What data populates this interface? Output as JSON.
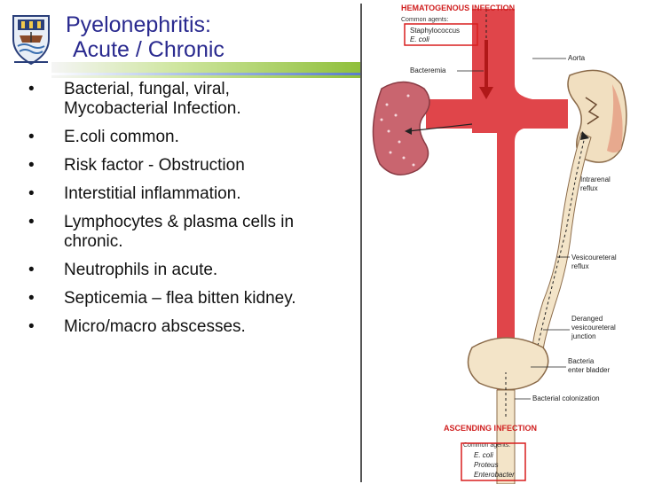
{
  "slide": {
    "title_line1": "Pyelonephritis:",
    "title_line2": "Acute / Chronic",
    "bullets": [
      "Bacterial, fungal, viral, Mycobacterial Infection.",
      "E.coli common.",
      "Risk factor - Obstruction",
      "Interstitial inflammation.",
      "Lymphocytes & plasma cells in chronic.",
      "Neutrophils in acute.",
      "Septicemia – flea bitten kidney.",
      "Micro/macro abscesses."
    ],
    "bullet_glyph": "•"
  },
  "figure": {
    "heading_top": "HEMATOGENOUS INFECTION",
    "common_agents_top": "Common agents:",
    "agents_top": [
      "Staphylococcus",
      "E. coli"
    ],
    "label_aorta": "Aorta",
    "label_bacteremia": "Bacteremia",
    "label_intrarenal_1": "Intrarenal",
    "label_intrarenal_2": "reflux",
    "label_vesico_1": "Vesicoureteral",
    "label_vesico_2": "reflux",
    "label_deranged_1": "Deranged",
    "label_deranged_2": "vesicoureteral",
    "label_deranged_3": "junction",
    "label_bacteria_1": "Bacteria",
    "label_bacteria_2": "enter bladder",
    "label_colonization": "Bacterial colonization",
    "heading_bottom": "ASCENDING INFECTION",
    "common_agents_bottom": "Common agents:",
    "agents_bottom": [
      "E. coli",
      "Proteus",
      "Enterobacter"
    ]
  },
  "colors": {
    "title": "#2a2a8f",
    "heading": "#d02020",
    "aorta": "#e0454a",
    "kidney_left": "#c9656f",
    "kidney_right": "#f1dfc0",
    "ureter": "#f3e4c8",
    "box": "#d81e1e",
    "accent_green": "#a8d64b"
  }
}
